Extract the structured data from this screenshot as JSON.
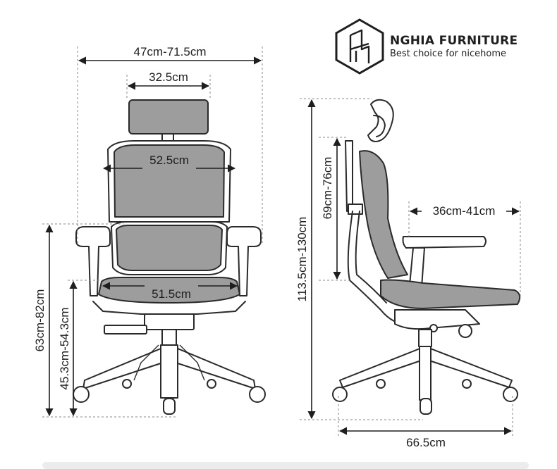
{
  "brand": {
    "name": "NGHIA FURNITURE",
    "tagline": "Best choice for nicehome",
    "logo_icon": "chair-in-hexagon-icon"
  },
  "front_view": {
    "overall_width": "47cm-71.5cm",
    "headrest_width": "32.5cm",
    "backrest_width": "52.5cm",
    "seat_width": "51.5cm",
    "armrest_height": "63cm-82cm",
    "seat_height": "45.3cm-54.3cm"
  },
  "side_view": {
    "total_height": "113.5cm-130cm",
    "backrest_height": "69cm-76cm",
    "seat_depth": "36cm-41cm",
    "base_depth": "66.5cm"
  },
  "colors": {
    "line": "#1e1e1e",
    "mesh": "#9d9d9d",
    "background": "#ffffff"
  }
}
